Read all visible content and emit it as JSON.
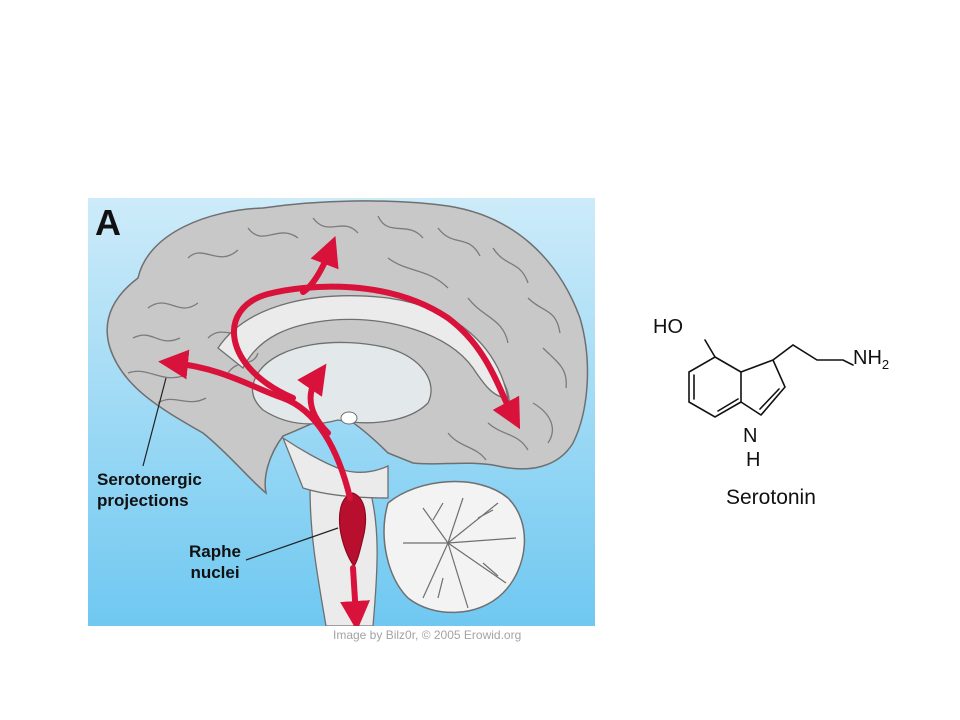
{
  "figure": {
    "panel_letter": "A",
    "labels": {
      "projections_line1": "Serotonergic",
      "projections_line2": "projections",
      "raphe_line1": "Raphe",
      "raphe_line2": "nuclei"
    },
    "credit": "Image by Bilz0r, © 2005 Erowid.org"
  },
  "molecule": {
    "hydroxyl": "HO",
    "amine": "NH",
    "amine_subscript": "2",
    "ring_nitrogen": "N",
    "ring_hydrogen": "H",
    "name": "Serotonin"
  },
  "colors": {
    "background_top": "#cdebf9",
    "background_bottom": "#6fc8f1",
    "brain_fill": "#c8c8c8",
    "brain_inner": "#ebebeb",
    "arrow": "#d8123a",
    "raphe_fill": "#b80f2e"
  }
}
